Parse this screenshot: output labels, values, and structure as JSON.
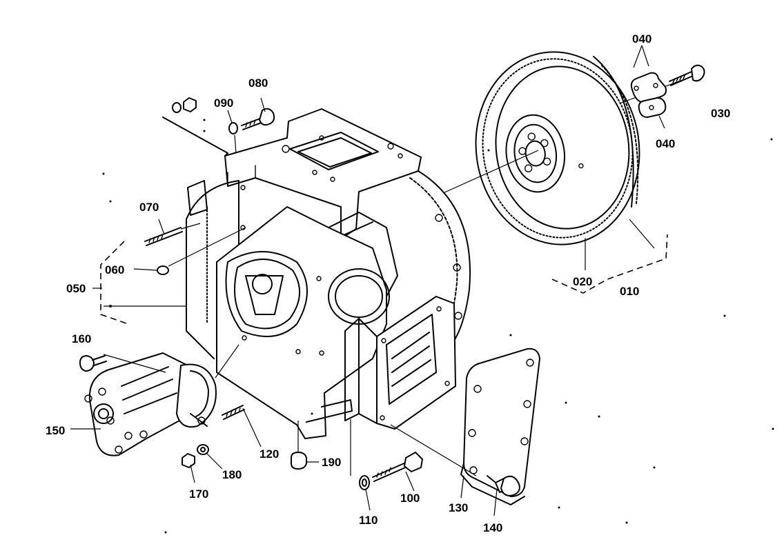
{
  "diagram": {
    "callouts": {
      "c010": "010",
      "c020": "020",
      "c030": "030",
      "c040a": "040",
      "c040b": "040",
      "c050": "050",
      "c060": "060",
      "c070": "070",
      "c080": "080",
      "c090": "090",
      "c100": "100",
      "c110": "110",
      "c120": "120",
      "c130": "130",
      "c140": "140",
      "c150": "150",
      "c160": "160",
      "c170": "170",
      "c180": "180",
      "c190": "190"
    }
  }
}
